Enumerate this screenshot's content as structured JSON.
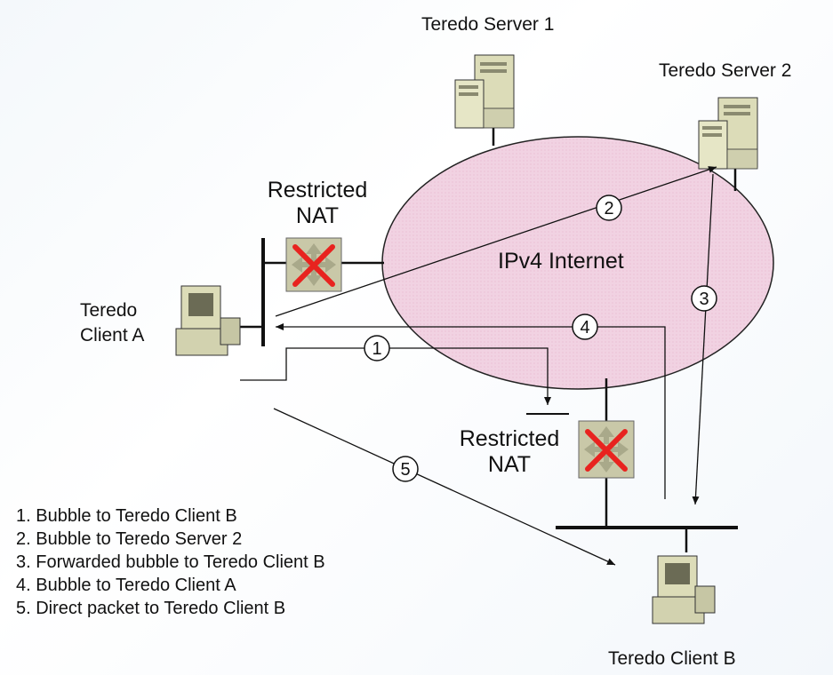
{
  "labels": {
    "server1": "Teredo Server 1",
    "server2": "Teredo Server 2",
    "client_a_line1": "Teredo",
    "client_a_line2": "Client A",
    "client_b": "Teredo Client B",
    "nat_top_line1": "Restricted",
    "nat_top_line2": "NAT",
    "nat_bottom_line1": "Restricted",
    "nat_bottom_line2": "NAT",
    "internet": "IPv4 Internet"
  },
  "steps": [
    "1",
    "2",
    "3",
    "4",
    "5"
  ],
  "legend": [
    "1. Bubble to Teredo Client B",
    "2. Bubble to Teredo Server 2",
    "3. Forwarded bubble to Teredo Client B",
    "4. Bubble to Teredo Client A",
    "5. Direct packet to Teredo Client B"
  ],
  "colors": {
    "internet_fill": "#f0cfe0",
    "nat_fill": "#c9c8a8",
    "nat_cross": "#e8231f",
    "computer_fill": "#dcdcb8"
  },
  "icons": {
    "server": "server-icon",
    "computer": "computer-icon",
    "nat": "nat-device-icon",
    "blocked": "red-x-icon"
  }
}
